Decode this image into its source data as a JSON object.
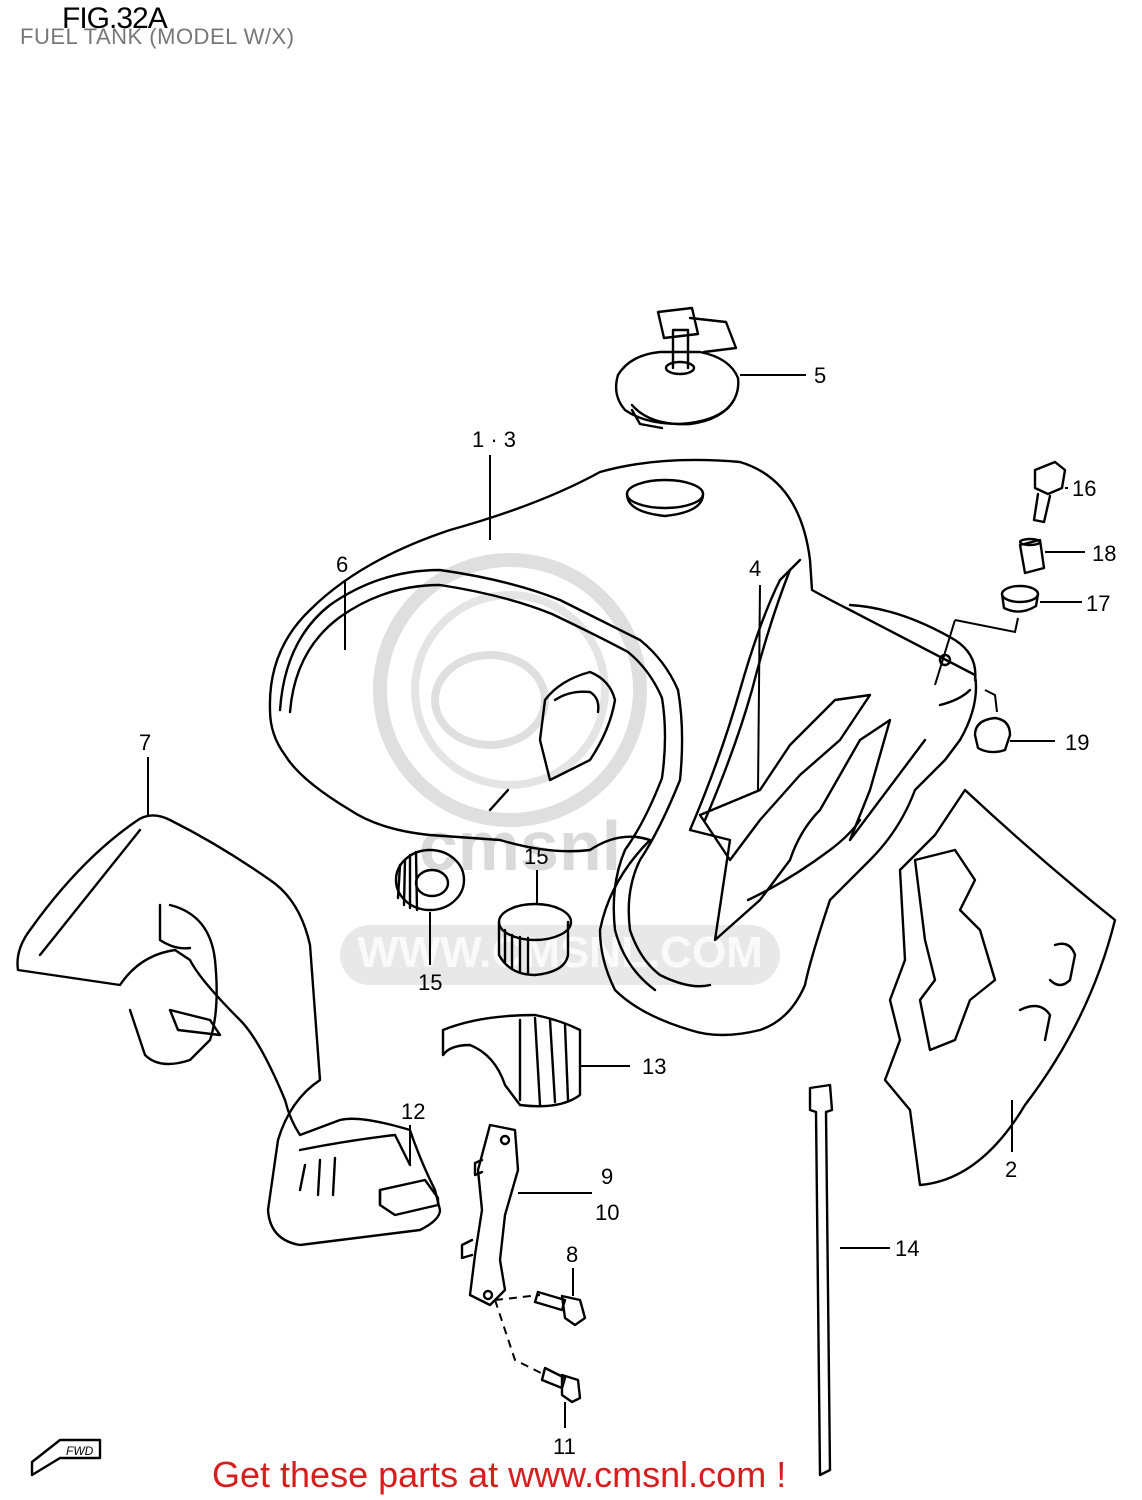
{
  "figure": {
    "number": "FIG.32A",
    "title": "FUEL TANK (MODEL W/X)"
  },
  "watermark": {
    "text": "WWW.CMSNL.COM",
    "logo": "cmsnl"
  },
  "callouts": [
    {
      "id": "c1",
      "label": "1 · 3"
    },
    {
      "id": "c2",
      "label": "2"
    },
    {
      "id": "c4",
      "label": "4"
    },
    {
      "id": "c5",
      "label": "5"
    },
    {
      "id": "c6",
      "label": "6"
    },
    {
      "id": "c7",
      "label": "7"
    },
    {
      "id": "c8",
      "label": "8"
    },
    {
      "id": "c9",
      "label": "9"
    },
    {
      "id": "c10",
      "label": "10"
    },
    {
      "id": "c11",
      "label": "11"
    },
    {
      "id": "c12",
      "label": "12"
    },
    {
      "id": "c13",
      "label": "13"
    },
    {
      "id": "c14",
      "label": "14"
    },
    {
      "id": "c15a",
      "label": "15"
    },
    {
      "id": "c15b",
      "label": "15"
    },
    {
      "id": "c16",
      "label": "16"
    },
    {
      "id": "c17",
      "label": "17"
    },
    {
      "id": "c18",
      "label": "18"
    },
    {
      "id": "c19",
      "label": "19"
    }
  ],
  "fwd_badge": "FWD",
  "footer": {
    "text": "Get these parts at www.cmsnl.com !",
    "color": "#d61e1e"
  }
}
